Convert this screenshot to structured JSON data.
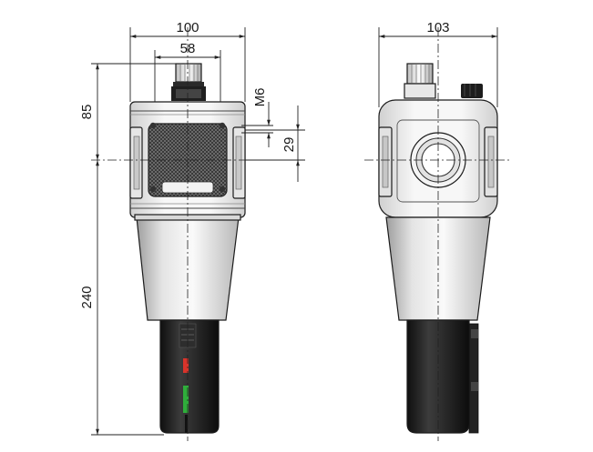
{
  "drawing": {
    "dimensions": {
      "width_front": "100",
      "port_spacing": "58",
      "thread": "M6",
      "height_top": "85",
      "mount_spacing": "29",
      "height_bottom": "240",
      "width_side": "103"
    },
    "colors": {
      "body_light": "#f4f4f4",
      "body_shade": "#d9d9d9",
      "bowl_light": "#e6e6e6",
      "bowl_dark": "#bdbdbd",
      "guard_dark": "#1e1e1e",
      "guard_mid": "#3a3a3a",
      "indicator_red": "#d8342b",
      "indicator_green": "#2fae3b",
      "mesh": "#555555"
    },
    "icons": {
      "front_view": "filter-regulator-front-view",
      "side_view": "filter-regulator-side-view"
    }
  }
}
